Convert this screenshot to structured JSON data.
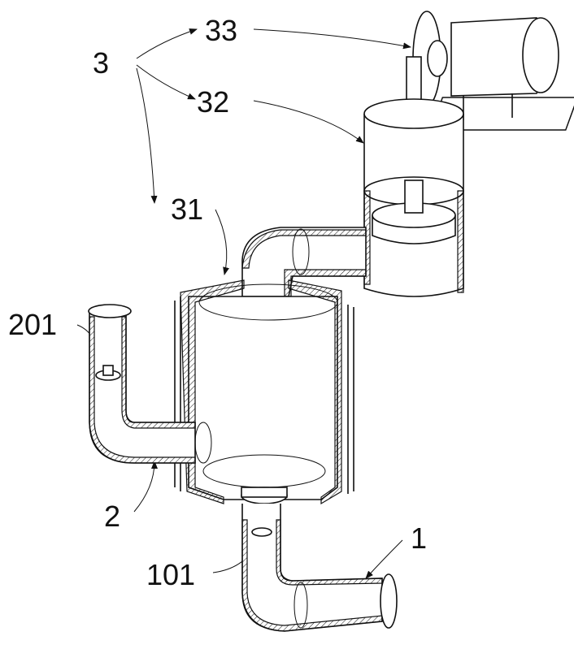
{
  "labels": {
    "l3": "3",
    "l33": "33",
    "l32": "32",
    "l31": "31",
    "l201": "201",
    "l2": "2",
    "l101": "101",
    "l1": "1"
  }
}
